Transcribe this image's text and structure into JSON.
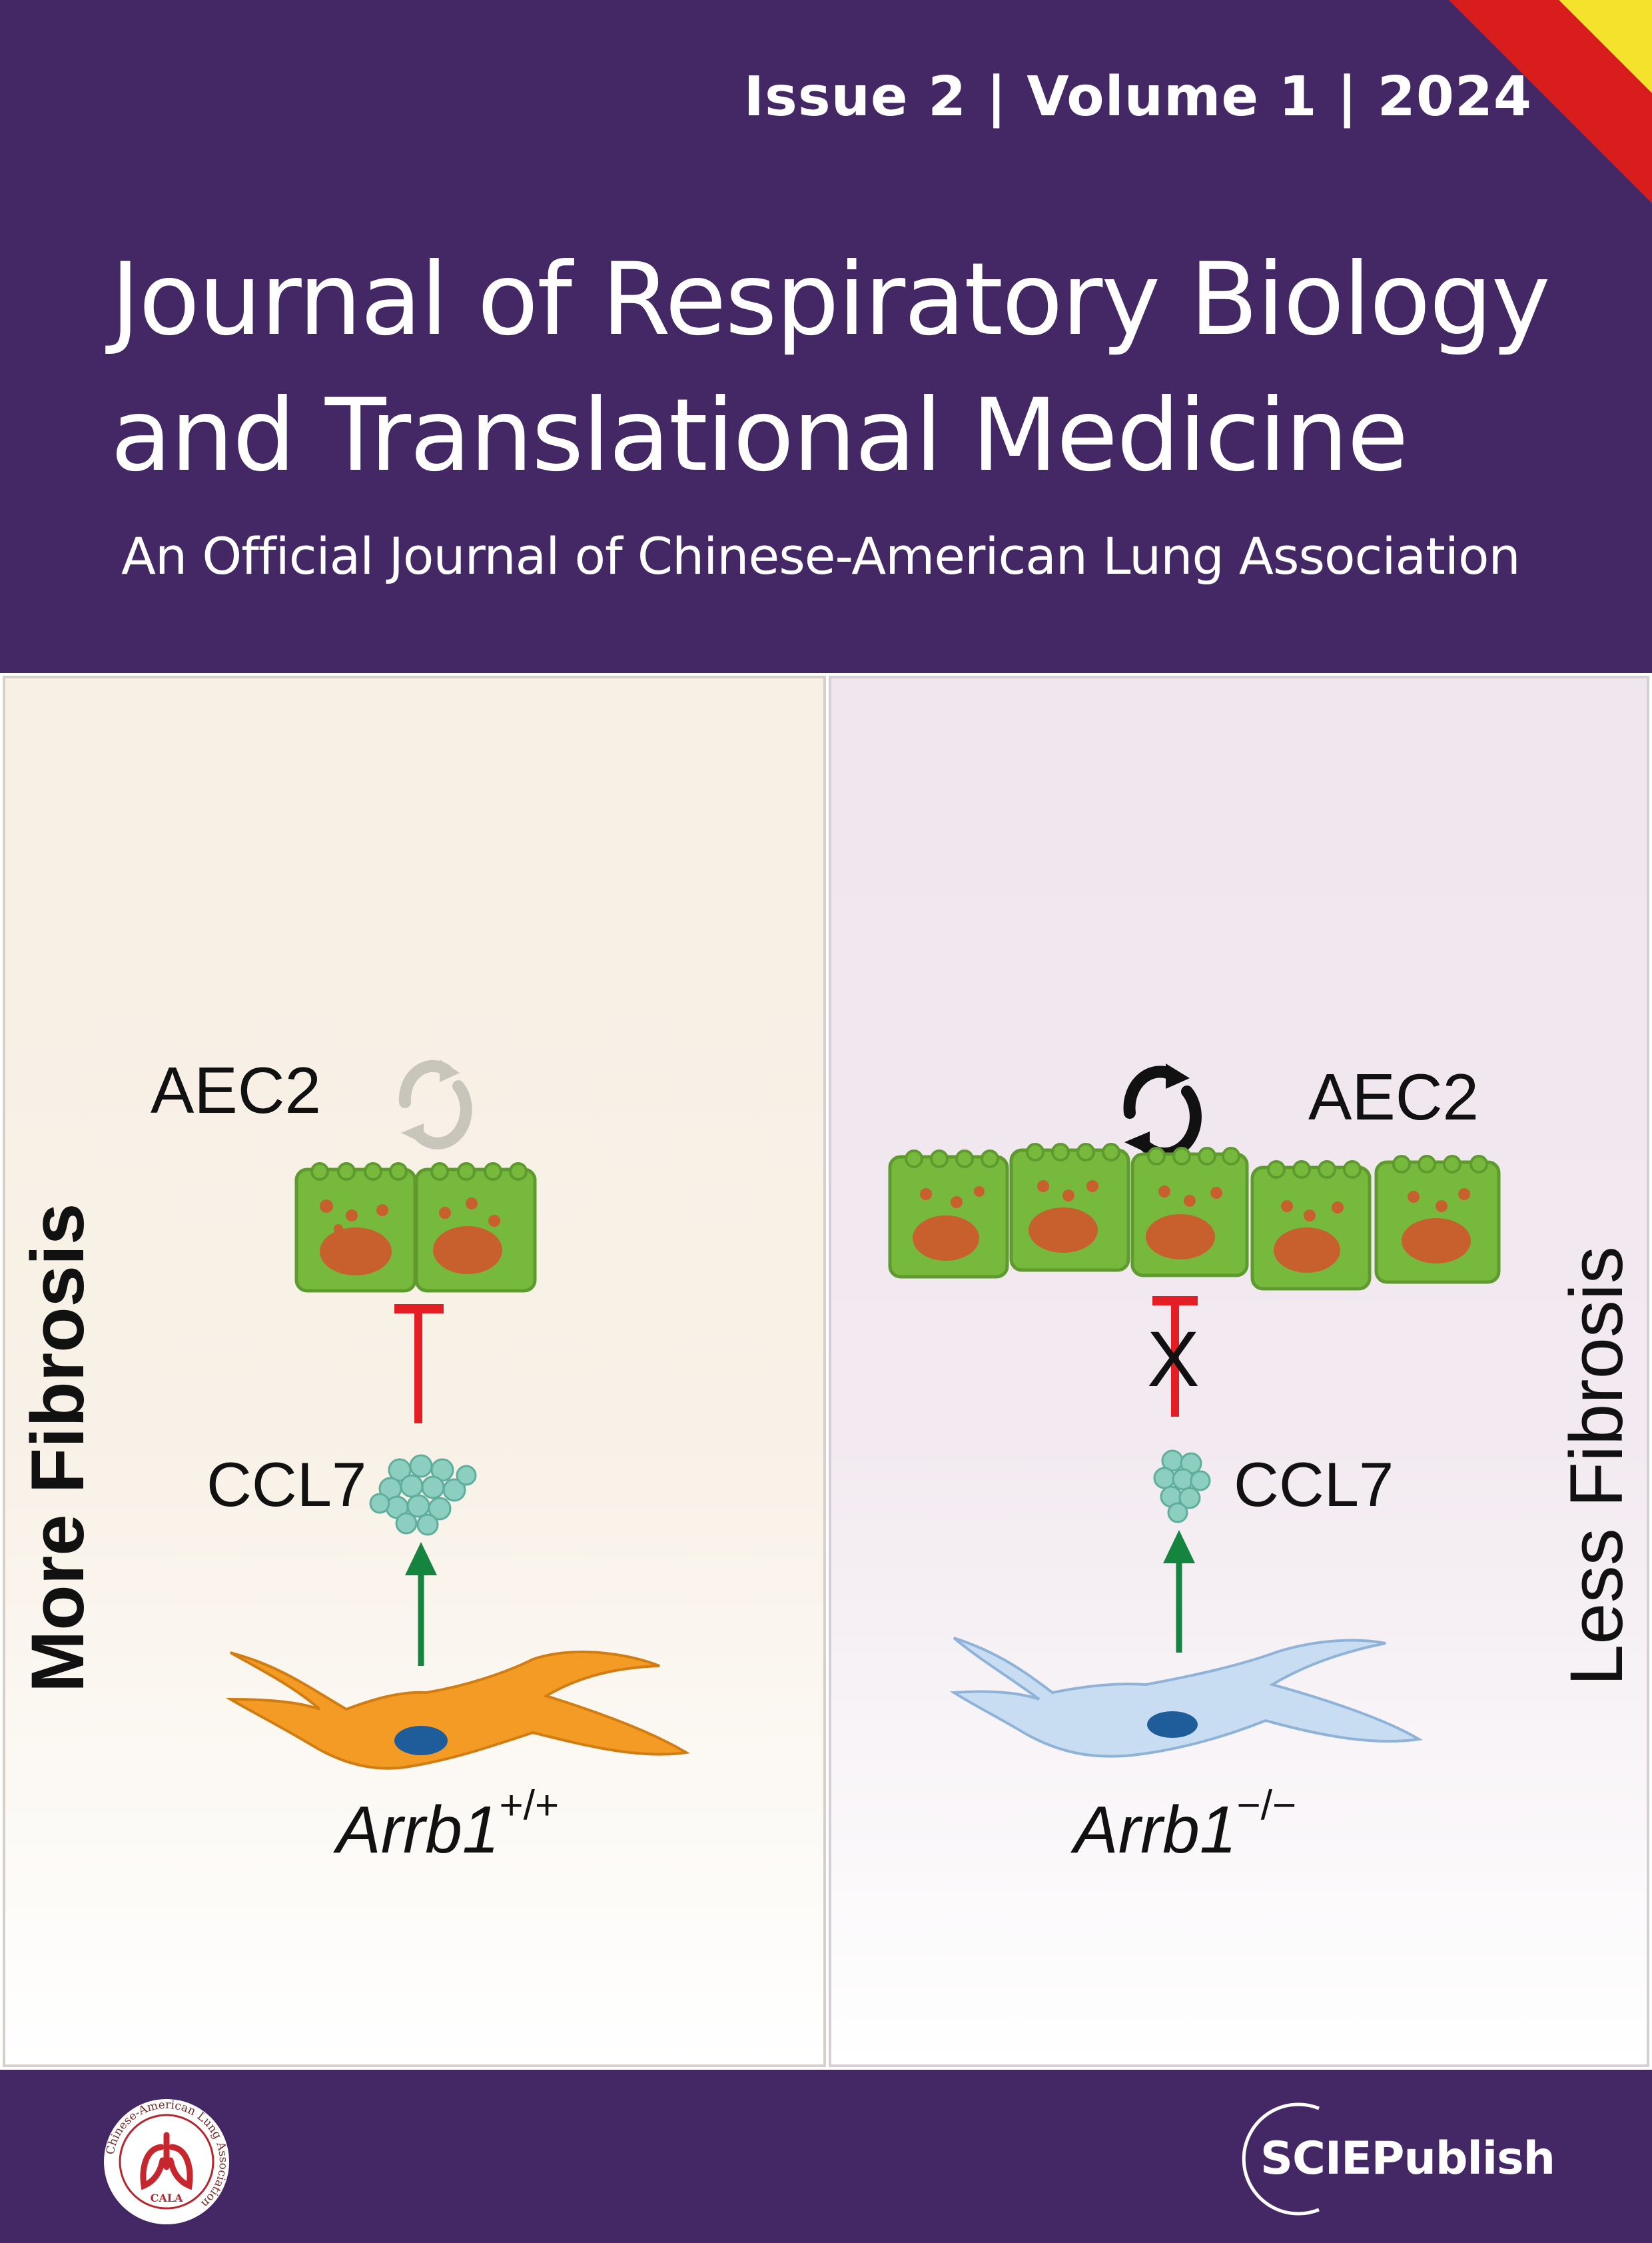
{
  "header": {
    "issue_line": "Issue 2 | Volume 1 | 2024",
    "title_line1": "Journal of Respiratory Biology",
    "title_line2": "and Translational Medicine",
    "subtitle": "An Official Journal of Chinese-American Lung Association"
  },
  "figure": {
    "left_side_label": "More Fibrosis",
    "right_side_label": "Less Fibrosis",
    "left_aec_label": "AEC2",
    "right_aec_label": "AEC2",
    "left_ccl_label": "CCL7",
    "right_ccl_label": "CCL7",
    "left_gene_base": "Arrb1",
    "left_gene_sup": "+/+",
    "right_gene_base": "Arrb1",
    "right_gene_sup": "−/−",
    "blocked_mark": "X"
  },
  "footer": {
    "cala_logo_text": "Chinese-American Lung Association",
    "cala_logo_abbrev": "CALA",
    "publisher": "SCIEPublish"
  },
  "colors": {
    "header_bg": "#442866",
    "left_panel_bg": "#F8F0E4",
    "right_panel_bg": "#F0E6EE",
    "cell_green": "#76B93C",
    "nucleus": "#C8602E",
    "inhibit_red": "#E51E25",
    "promote_green": "#15843E",
    "fibroblast_orange": "#F49B26",
    "fibroblast_blue": "#C9DDF2",
    "ccl7_teal": "#8CCFC0"
  }
}
